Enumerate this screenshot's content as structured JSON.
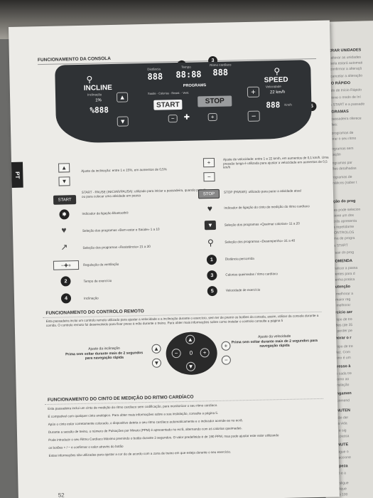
{
  "section_console": "FUNCIONAMENTO DA CONSOLA",
  "side_tab": "PT",
  "console": {
    "incline_label": "INCLINE",
    "incline_sub": "Inclinação",
    "incline_value": "1%",
    "incline_display": "%888",
    "speed_label": "SPEED",
    "speed_sub": "Velocidade",
    "speed_value": "22 km/h",
    "speed_display": "888",
    "speed_unit": "Km/h",
    "top_labels": [
      "Distância",
      "Tempo",
      "Ritmo cardíaco"
    ],
    "top_displays": [
      "888",
      "88:88",
      "888"
    ],
    "programs_label": "PROGRAMS",
    "program_items": [
      "Saúde",
      "Calorias",
      "Resist.",
      "Vent."
    ],
    "start": "START",
    "stop": "STOP",
    "minus": "−",
    "plus": "+",
    "fan_minus": "−",
    "fan_plus": "+",
    "callouts": [
      "1",
      "2",
      "3",
      "4",
      "5"
    ]
  },
  "legend_left": [
    {
      "icon": "▲",
      "icon_name": "up-arrow-icon",
      "text": "Ajuste da inclinação: entre 1 e 15%, em aumentos de 0,5%"
    },
    {
      "icon": "▼",
      "icon_name": "down-arrow-icon",
      "text": ""
    },
    {
      "icon": "START",
      "icon_name": "start-key-icon",
      "text": "START - PAUSE (INICIAR/PAUSA): utilizado para iniciar a passadeira, quando parada, ou para colocar uma atividade em pausa"
    },
    {
      "icon": "✱",
      "icon_name": "bluetooth-icon",
      "text": "Indicador da ligação Bluetooth®"
    },
    {
      "icon": "♥",
      "icon_name": "heart-pulse-icon",
      "text": "Seleção dos programas «Bem-estar e Saúde» 1 a 10"
    },
    {
      "icon": "↗",
      "icon_name": "trend-icon",
      "text": "Seleção dos programas «Resistência» 21 a 30"
    },
    {
      "icon": "−✚+",
      "icon_name": "fan-icon",
      "text": "Regulação da ventilação"
    },
    {
      "icon": "2",
      "icon_name": "callout-2-icon",
      "text": "Tempo de exercício"
    },
    {
      "icon": "4",
      "icon_name": "callout-4-icon",
      "text": "Inclinação"
    }
  ],
  "legend_right": [
    {
      "icon": "+",
      "icon_name": "plus-key-icon",
      "text": "Ajuste de velocidade: entre 1 e 22 km/h, em aumentos de 0,1 km/h. Uma pressão longa é utilizada para ajustar a velocidade em aumentos de 0,5 km/h"
    },
    {
      "icon": "−",
      "icon_name": "minus-key-icon",
      "text": ""
    },
    {
      "icon": "STOP",
      "icon_name": "stop-key-icon",
      "text": "STOP (PARAR): utilizado para parar a atividade atual"
    },
    {
      "icon": "♥",
      "icon_name": "heart-icon",
      "text": "Indicador de ligação do cinto de medição do ritmo cardíaco"
    },
    {
      "icon": "▼",
      "icon_name": "weight-icon",
      "text": "Seleção dos programas «Queimar calorias» 11 a 20"
    },
    {
      "icon": "⚲",
      "icon_name": "runner-icon",
      "text": "Seleção dos programas «Desempenho» 31 a 40"
    },
    {
      "icon": "1",
      "icon_name": "callout-1-icon",
      "text": "Distância percorrida"
    },
    {
      "icon": "3",
      "icon_name": "callout-3-icon",
      "text": "Calorias queimadas / ritmo cardíaco"
    },
    {
      "icon": "5",
      "icon_name": "callout-5-icon",
      "text": "Velocidade de exercício"
    }
  ],
  "section_remote": "FUNCIONAMENTO DO CONTROLO REMOTO",
  "remote_text": "Esta passadeira inclui um controlo remoto utilizado para ajustar a velocidade e a inclinação durante o exercício, sem ter de premir os botões da consola, assim, utilizar da consola durante a corrida. O controlo remoto foi desenvolvido para fixar preso à mão durante o treino. Para obter mais informações sobre como instalar o controlo consulte a página 5",
  "remote": {
    "left_title": "Ajuste da inclinação",
    "left_desc": "Prima sem soltar durante mais de 2 segundos para navegação rápida",
    "right_title": "Ajuste da velocidade",
    "right_desc": "Prima sem soltar durante mais de 2 segundos para navegação rápida",
    "up": "▲",
    "down": "▼",
    "plus": "+",
    "minus": "−",
    "center": "0"
  },
  "section_hr": "FUNCIONAMENTO DO CINTO DE MEDIÇÃO DO RITMO CARDÍACO",
  "hr_lines": [
    "Esta passadeira inclui um cinto de medição do ritmo cardíaco sem codificação, para monitorizar o seu ritmo cardíaco.",
    "É compatível com qualquer cinto analógico. Para obter mais informações sobre a sua instalação, consulte a página 5.",
    "Após o cinto estar corretamente colocado, o dispositivo deteta o seu ritmo cardíaco automaticamente e o indicador acende-se no ecrã.",
    "Durante a sessão de treino, o número de Pulsações por Minuto (PPM) é apresentado no ecrã, alternando com as calorias queimadas.",
    "Pode introduzir o seu Ritmo Cardíaco Máximo premindo o botão durante 3 segundos. O valor predefinido é de 190 PPM, mas pode ajustar este valor utilizando",
    "os botões + / − e confirmar o valor através do botão",
    "Estas informações são utilizadas para ajustar a cor do de acordo com a zona de treino em que esteja durante o seu exercício."
  ],
  "page_number": "52",
  "right_page": {
    "header": "ALTERAR UNIDADES",
    "h_start": "INÍCIO RÁPIDO",
    "h_prog": "PROGRAMAS",
    "h_sel": "Seleção do prog",
    "h_rec": "RECOMENDA",
    "h_maint": "Manutenção",
    "h_ex": "Exercício aer",
    "h_best": "Melhorar o r",
    "h_reg": "Regresso à",
    "h_along": "Alongamen",
    "h_manut": "MANUTEN",
    "h_limp": "Limpeza"
  }
}
